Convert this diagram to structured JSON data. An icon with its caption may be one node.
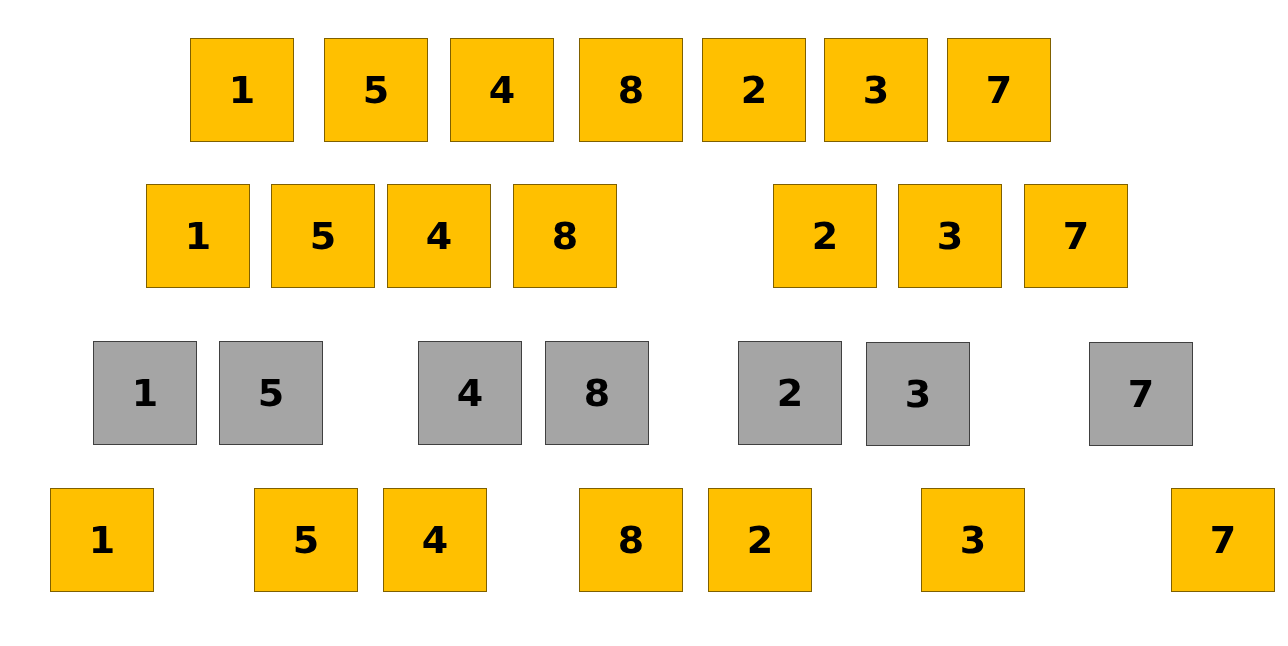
{
  "diagram": {
    "nodes": [
      {
        "text": [
          "1"
        ]
      },
      {
        "text": [
          "5"
        ]
      },
      {
        "text": [
          "4"
        ]
      },
      {
        "text": [
          "8"
        ]
      },
      {
        "text": [
          "2"
        ]
      },
      {
        "text": [
          "3"
        ]
      },
      {
        "text": [
          "7"
        ]
      },
      {
        "text": [
          "1"
        ]
      },
      {
        "text": [
          "5"
        ]
      },
      {
        "text": [
          "4"
        ]
      },
      {
        "text": [
          "8"
        ]
      },
      {
        "text": [
          "2"
        ]
      },
      {
        "text": [
          "3"
        ]
      },
      {
        "text": [
          "7"
        ]
      },
      {
        "text": [
          "1"
        ]
      },
      {
        "text": [
          "5"
        ]
      },
      {
        "text": [
          "4"
        ]
      },
      {
        "text": [
          "8"
        ]
      },
      {
        "text": [
          "2"
        ]
      },
      {
        "text": [
          "3"
        ]
      },
      {
        "text": [
          "7"
        ]
      },
      {
        "text": [
          "1"
        ]
      },
      {
        "text": [
          "5"
        ]
      },
      {
        "text": [
          "4"
        ]
      },
      {
        "text": [
          "8"
        ]
      },
      {
        "text": [
          "2"
        ]
      },
      {
        "text": [
          "3"
        ]
      },
      {
        "text": [
          "7"
        ]
      }
    ]
  }
}
